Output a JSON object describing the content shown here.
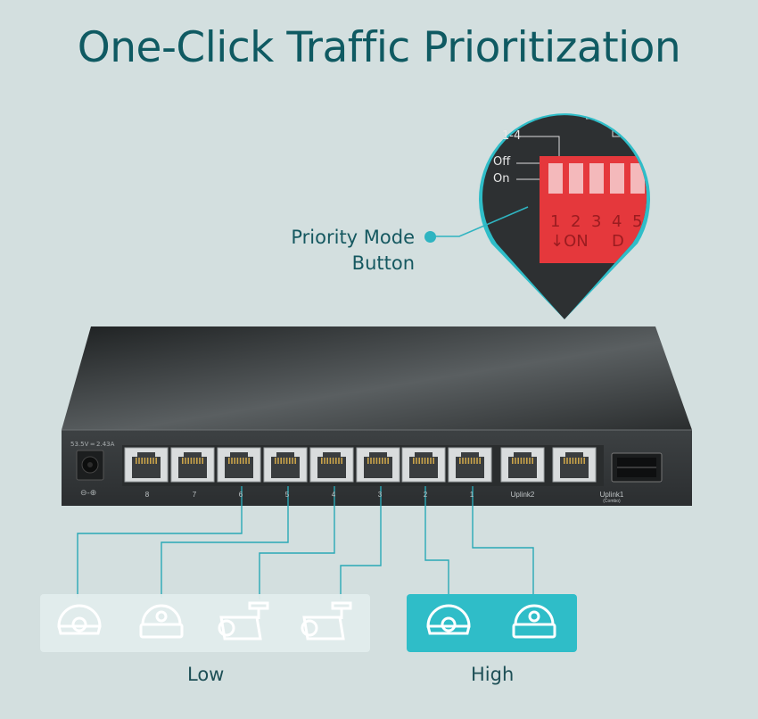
{
  "title": "One-Click Traffic Prioritization",
  "callout": {
    "label_range": "1-4",
    "label_off": "Off",
    "label_on": "On",
    "dip_numbers": [
      "1",
      "2",
      "3",
      "4",
      "5"
    ],
    "dip_on_text": "↓ON",
    "dip_d": "D"
  },
  "priority_label": {
    "line1": "Priority Mode",
    "line2": "Button"
  },
  "power": {
    "rating": "53.5V ═ 2.43A"
  },
  "ports": [
    {
      "label": "8"
    },
    {
      "label": "7"
    },
    {
      "label": "6"
    },
    {
      "label": "5"
    },
    {
      "label": "4"
    },
    {
      "label": "3"
    },
    {
      "label": "2"
    },
    {
      "label": "1"
    },
    {
      "label": "Uplink2"
    }
  ],
  "uplink1": {
    "label": "Uplink1",
    "sublabel": "(Combo)"
  },
  "groups": {
    "low": {
      "caption": "Low"
    },
    "high": {
      "caption": "High"
    }
  },
  "colors": {
    "background": "#d3dfdf",
    "title": "#0f5a62",
    "accent": "#2fbdc8",
    "dip_red": "#e8343b"
  },
  "icons": [
    "dome-camera-icon",
    "dome-camera-icon",
    "bullet-camera-icon",
    "bullet-camera-icon",
    "dome-camera-icon",
    "dome-camera-icon"
  ]
}
